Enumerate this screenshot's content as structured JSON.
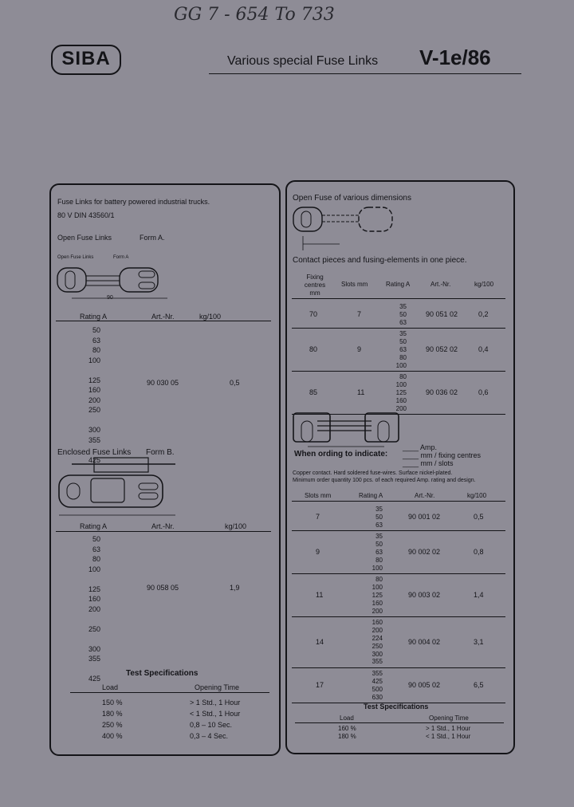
{
  "handwritten_top": "GG 7 - 654 To 733",
  "logo": "SIBA",
  "title": "Various special Fuse Links",
  "doc_code": "V-1e/86",
  "left": {
    "heading1": "Fuse Links for battery powered industrial trucks.",
    "heading2": "80 V  DIN 43560/1",
    "formA_label": "Open Fuse Links",
    "formA_form": "Form A.",
    "diagram_label1": "Open Fuse Links",
    "diagram_label2": "Form A",
    "dim": "90",
    "tableA": {
      "headers": [
        "Rating A",
        "Art.-Nr.",
        "kg/100"
      ],
      "ratings": [
        "50",
        "63",
        "80",
        "100",
        "",
        "125",
        "160",
        "200",
        "250",
        "",
        "300",
        "355",
        "",
        "425"
      ],
      "art": "90 030 05",
      "kg": "0,5"
    },
    "formB_label": "Enclosed Fuse Links",
    "formB_form": "Form B.",
    "tableB": {
      "headers": [
        "Rating A",
        "Art.-Nr.",
        "kg/100"
      ],
      "ratings": [
        "50",
        "63",
        "80",
        "100",
        "",
        "125",
        "160",
        "200",
        "",
        "250",
        "",
        "300",
        "355",
        "",
        "425"
      ],
      "art": "90 058 05",
      "kg": "1,9"
    },
    "test": {
      "title": "Test Specifications",
      "col1": "Load",
      "col2": "Opening Time",
      "rows": [
        {
          "load": "150 %",
          "time": "> 1 Std., 1 Hour"
        },
        {
          "load": "180 %",
          "time": "< 1 Std., 1 Hour"
        },
        {
          "load": "250 %",
          "time": "0,8 – 10 Sec."
        },
        {
          "load": "400 %",
          "time": "0,3 – 4 Sec."
        }
      ]
    }
  },
  "right": {
    "heading": "Open Fuse of various dimensions",
    "contact": "Contact pieces and fusing-elements in one piece.",
    "table1": {
      "headers": [
        "Fixing centres mm",
        "Slots mm",
        "Rating A",
        "Art.-Nr.",
        "kg/100"
      ],
      "rows": [
        {
          "centre": "70",
          "slot": "7",
          "ratings": [
            "35",
            "50",
            "63"
          ],
          "art": "90 051 02",
          "kg": "0,2"
        },
        {
          "centre": "80",
          "slot": "9",
          "ratings": [
            "35",
            "50",
            "63",
            "80",
            "100"
          ],
          "art": "90 052 02",
          "kg": "0,4"
        },
        {
          "centre": "85",
          "slot": "11",
          "ratings": [
            "80",
            "100",
            "125",
            "160",
            "200"
          ],
          "art": "90 036 02",
          "kg": "0,6"
        }
      ]
    },
    "order": {
      "label": "When ording to indicate:",
      "lines": [
        "Amp.",
        "mm  / fixing centres",
        "mm  / slots"
      ]
    },
    "notes": [
      "Copper contact. Hard soldered fuse-wires. Surface nickel-plated.",
      "Minimum order quantity 100 pcs. of each required Amp. rating and design."
    ],
    "table2": {
      "headers": [
        "Slots mm",
        "Rating A",
        "Art.-Nr.",
        "kg/100"
      ],
      "rows": [
        {
          "slot": "7",
          "ratings": [
            "35",
            "50",
            "63"
          ],
          "art": "90 001 02",
          "kg": "0,5"
        },
        {
          "slot": "9",
          "ratings": [
            "35",
            "50",
            "63",
            "80",
            "100"
          ],
          "art": "90 002 02",
          "kg": "0,8"
        },
        {
          "slot": "11",
          "ratings": [
            "80",
            "100",
            "125",
            "160",
            "200"
          ],
          "art": "90 003 02",
          "kg": "1,4"
        },
        {
          "slot": "14",
          "ratings": [
            "160",
            "200",
            "224",
            "250",
            "300",
            "355"
          ],
          "art": "90 004 02",
          "kg": "3,1"
        },
        {
          "slot": "17",
          "ratings": [
            "355",
            "425",
            "500",
            "630"
          ],
          "art": "90 005 02",
          "kg": "6,5"
        }
      ]
    },
    "test": {
      "title": "Test Specifications",
      "col1": "Load",
      "col2": "Opening Time",
      "rows": [
        {
          "load": "160 %",
          "time": "> 1 Std., 1 Hour"
        },
        {
          "load": "180 %",
          "time": "< 1 Std., 1 Hour"
        }
      ]
    }
  }
}
